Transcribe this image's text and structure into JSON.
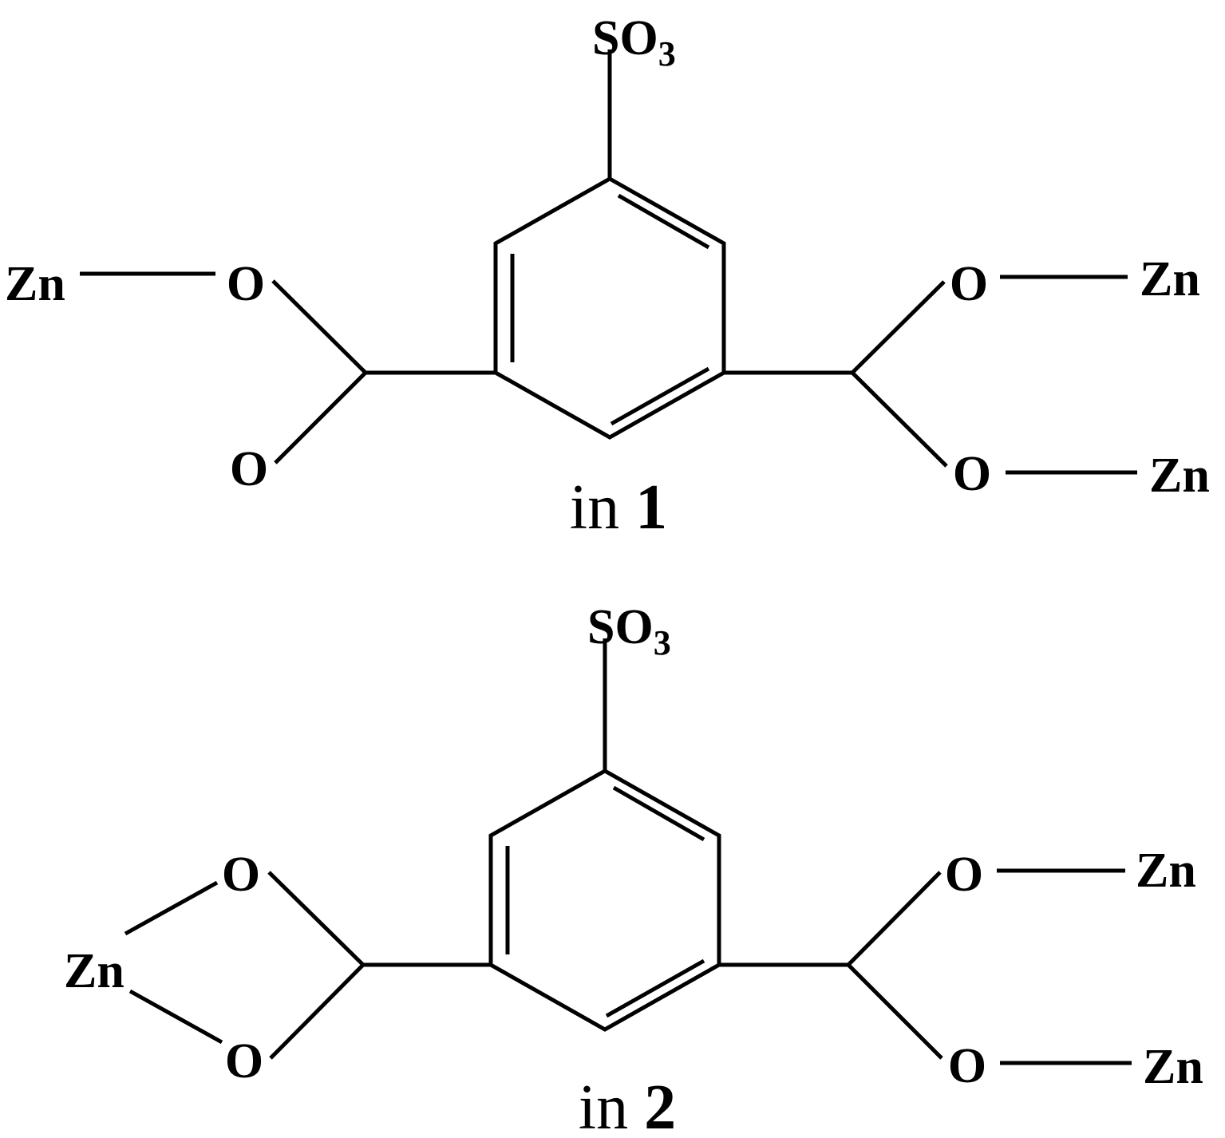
{
  "structures": [
    {
      "caption_prefix": "in",
      "caption_number": "1",
      "sulfonate": "SO",
      "sulfonate_sub": "3",
      "left_zn": "Zn",
      "left_o_top": "O",
      "left_o_bottom": "O",
      "right_o_top": "O",
      "right_o_bottom": "O",
      "right_zn_top": "Zn",
      "right_zn_bottom": "Zn"
    },
    {
      "caption_prefix": "in",
      "caption_number": "2",
      "sulfonate": "SO",
      "sulfonate_sub": "3",
      "left_zn": "Zn",
      "left_o_top": "O",
      "left_o_bottom": "O",
      "right_o_top": "O",
      "right_o_bottom": "O",
      "right_zn_top": "Zn",
      "right_zn_bottom": "Zn"
    }
  ]
}
